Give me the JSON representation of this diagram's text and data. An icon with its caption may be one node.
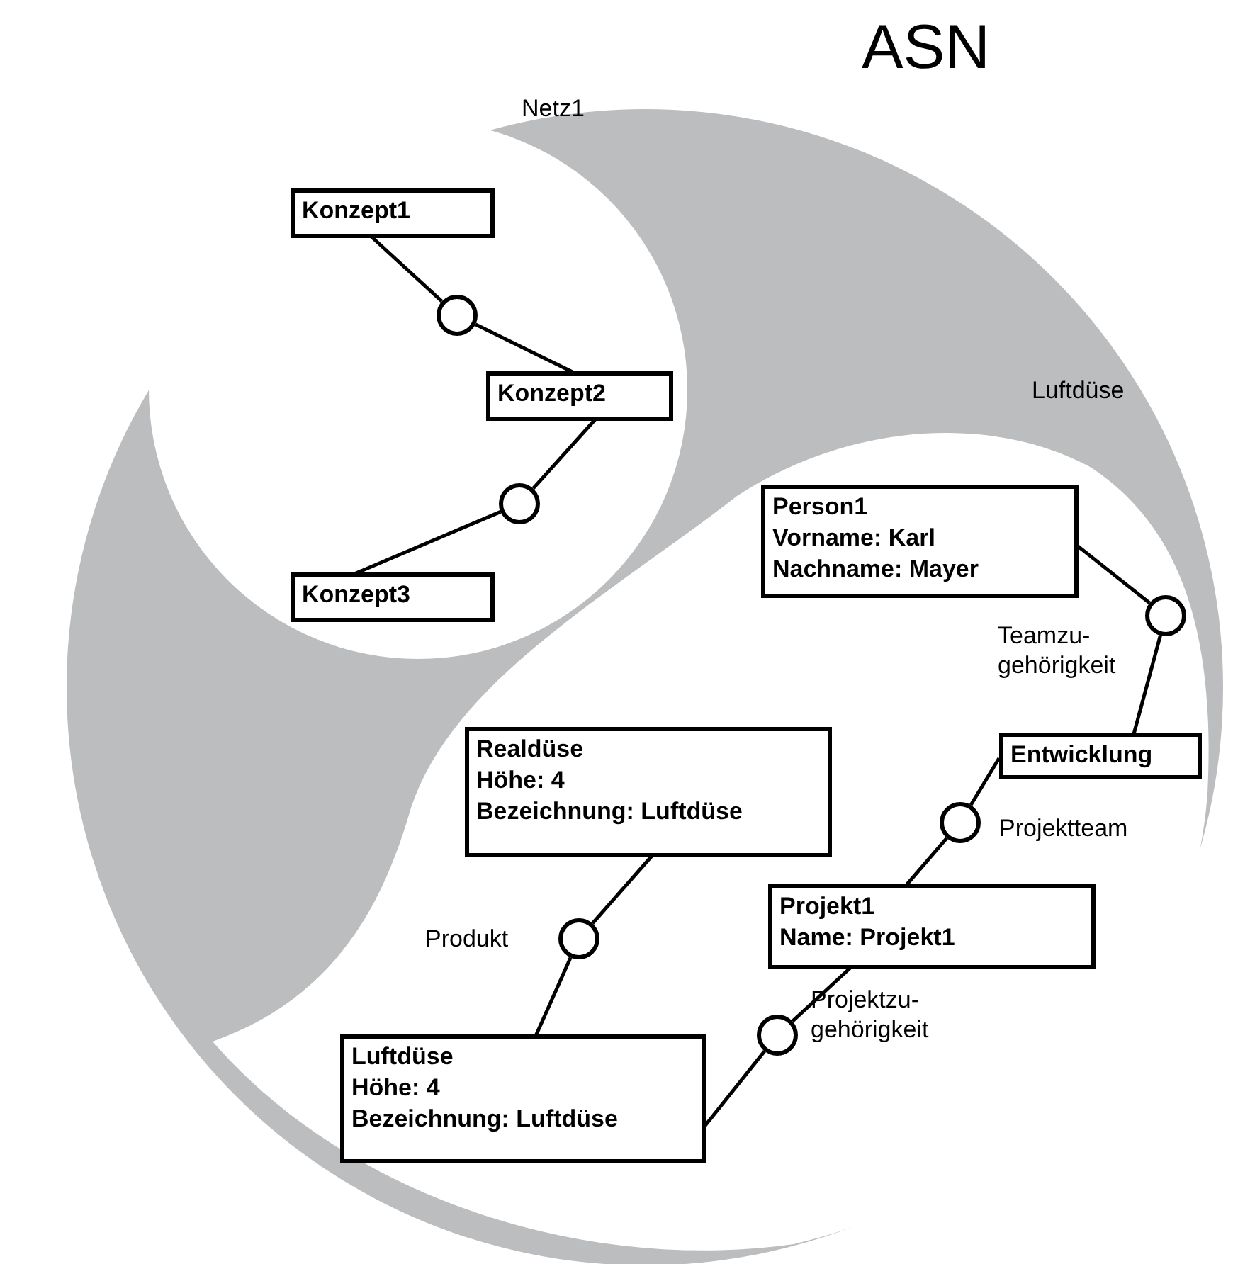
{
  "diagram": {
    "nodes": [
      {
        "text": [
          "ASN"
        ]
      },
      {
        "text": [
          "Netz1"
        ],
        "in": 0
      },
      {
        "text": [
          "Konzept1"
        ],
        "in": 1
      },
      {
        "text": [],
        "shape": "circle",
        "in": 1
      },
      {
        "text": [
          "Konzept2"
        ],
        "in": 1
      },
      {
        "text": [],
        "shape": "circle",
        "in": 1
      },
      {
        "text": [
          "Konzept3"
        ],
        "in": 1
      },
      {
        "text": [
          "Luftdüse"
        ],
        "in": 0
      },
      {
        "text": [
          "Person1",
          "Vorname: Karl",
          "Nachname: Mayer"
        ],
        "in": 7
      },
      {
        "text": [],
        "shape": "circle",
        "in": 7,
        "beside": [
          "Teamzu- gehörigkeit"
        ]
      },
      {
        "text": [
          "Entwicklung"
        ],
        "in": 7
      },
      {
        "text": [],
        "shape": "circle",
        "in": 7,
        "beside": [
          "Projektteam"
        ]
      },
      {
        "text": [
          "Projekt1",
          "Name: Projekt1"
        ],
        "in": 7
      },
      {
        "text": [
          "Realdüse",
          "Höhe: 4",
          "Bezeichnung: Luftdüse"
        ],
        "in": 7
      },
      {
        "text": [],
        "shape": "circle",
        "in": 7,
        "beside": [
          "Produkt"
        ]
      },
      {
        "text": [
          "Luftdüse",
          "Höhe: 4",
          "Bezeichnung: Luftdüse"
        ],
        "in": 7
      },
      {
        "text": [],
        "shape": "circle",
        "in": 7,
        "beside": [
          "Projektzu- gehörigkeit"
        ]
      }
    ],
    "edges": [
      {
        "from": 2,
        "to": 3,
        "arrow": "none"
      },
      {
        "from": 3,
        "to": 4,
        "arrow": "none"
      },
      {
        "from": 4,
        "to": 5,
        "arrow": "none"
      },
      {
        "from": 5,
        "to": 6,
        "arrow": "none"
      },
      {
        "from": 8,
        "to": 9,
        "arrow": "none"
      },
      {
        "from": 9,
        "to": 10,
        "arrow": "none"
      },
      {
        "from": 10,
        "to": 11,
        "arrow": "none"
      },
      {
        "from": 11,
        "to": 12,
        "arrow": "none"
      },
      {
        "from": 13,
        "to": 14,
        "arrow": "none"
      },
      {
        "from": 14,
        "to": 15,
        "arrow": "none"
      },
      {
        "from": 12,
        "to": 16,
        "arrow": "none"
      },
      {
        "from": 16,
        "to": 15,
        "arrow": "none"
      }
    ]
  }
}
